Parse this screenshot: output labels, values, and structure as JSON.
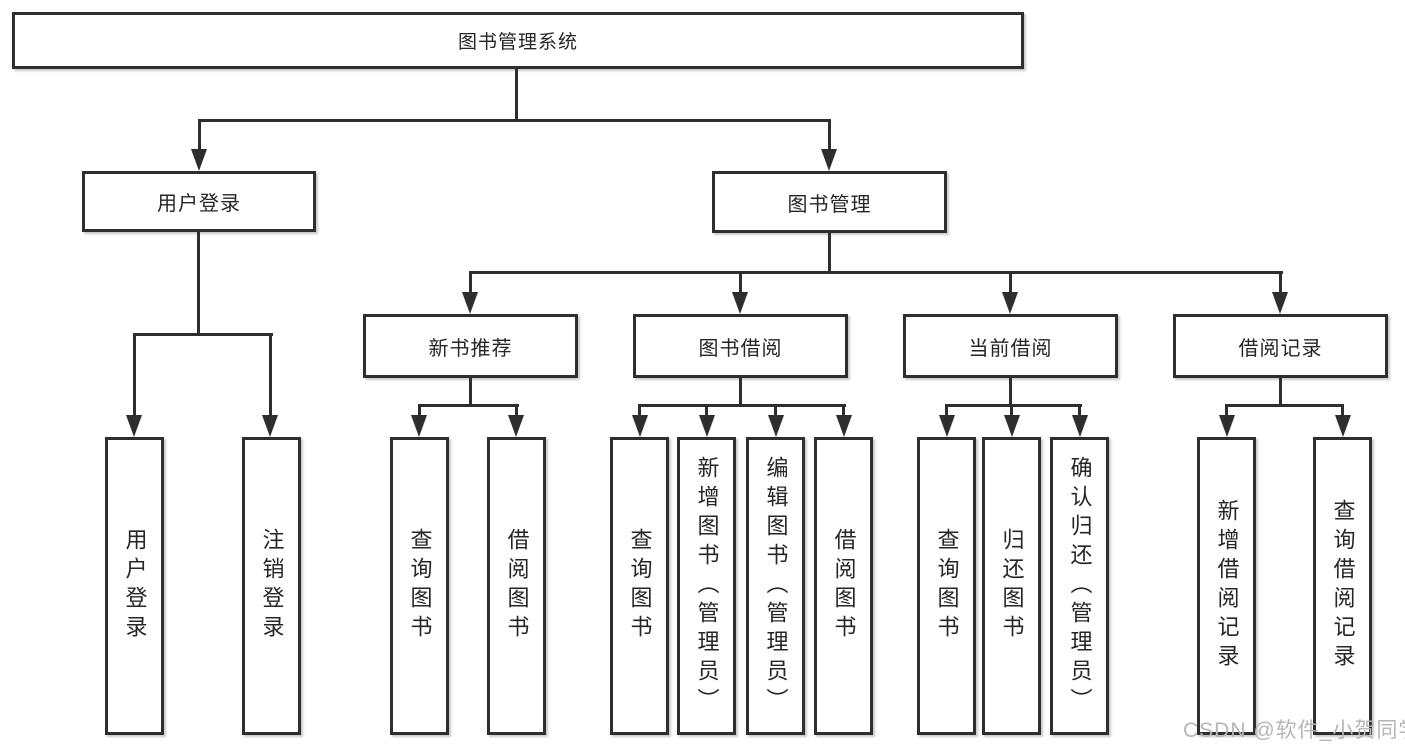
{
  "diagram": {
    "type": "tree",
    "orientation": "top-down",
    "colors": {
      "line": "#2e2e2e",
      "text": "#262626",
      "background": "#ffffff",
      "watermark": "#b6b6b6"
    }
  },
  "nodes": {
    "root": "图书管理系统",
    "user_login": "用户登录",
    "book_mgmt": "图书管理",
    "new_book_rec": "新书推荐",
    "book_borrow": "图书借阅",
    "current_borrow": "当前借阅",
    "borrow_records": "借阅记录",
    "leaves": {
      "user_login": [
        "用户登录",
        "注销登录"
      ],
      "new_book_rec": [
        "查询图书",
        "借阅图书"
      ],
      "book_borrow": [
        "查询图书",
        "新增图书（管理员）",
        "编辑图书（管理员）",
        "借阅图书"
      ],
      "current_borrow": [
        "查询图书",
        "归还图书",
        "确认归还（管理员）"
      ],
      "borrow_records": [
        "新增借阅记录",
        "查询借阅记录"
      ]
    }
  },
  "watermark": {
    "text": "CSDN @软件_小贺同学"
  }
}
